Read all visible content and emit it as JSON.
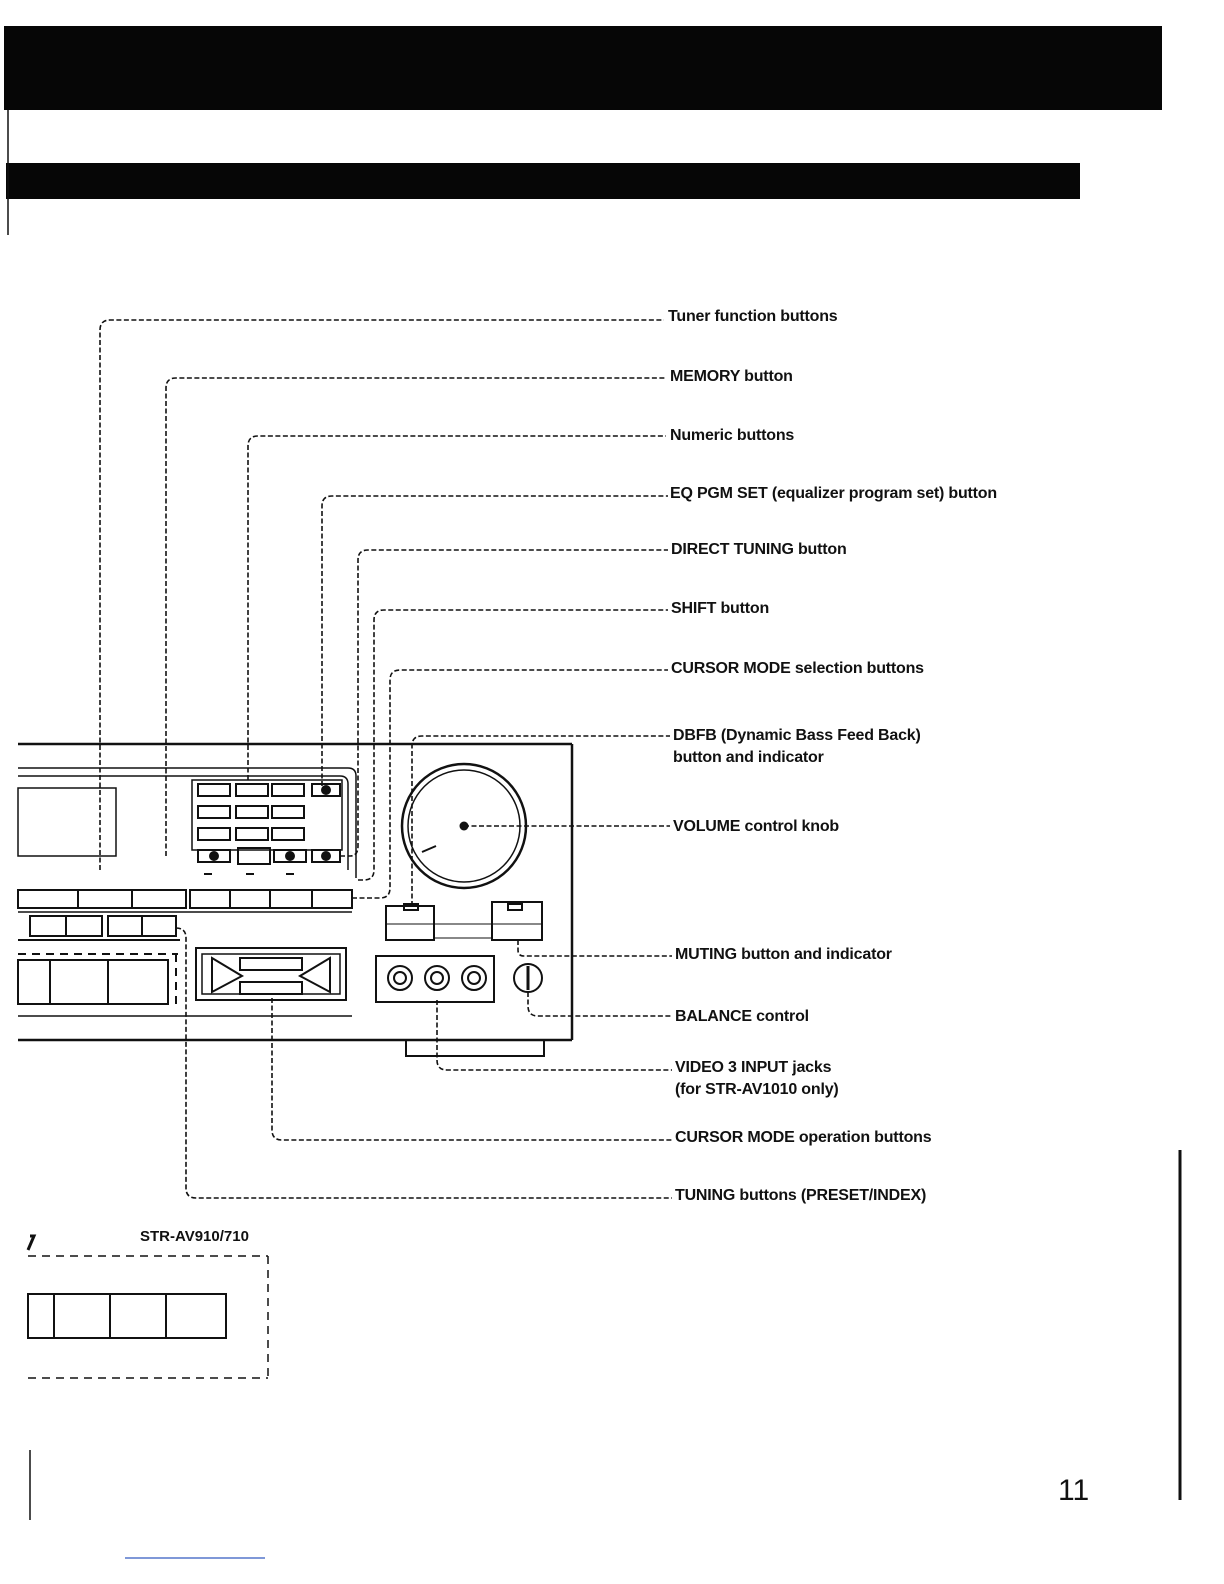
{
  "callouts": [
    {
      "id": "tuner-function-buttons",
      "lines": [
        "Tuner function buttons"
      ]
    },
    {
      "id": "memory-button",
      "lines": [
        "MEMORY button"
      ]
    },
    {
      "id": "numeric-buttons",
      "lines": [
        "Numeric buttons"
      ]
    },
    {
      "id": "eq-pgm-set-button",
      "lines": [
        "EQ PGM SET (equalizer program set) button"
      ]
    },
    {
      "id": "direct-tuning-button",
      "lines": [
        "DIRECT TUNING button"
      ]
    },
    {
      "id": "shift-button",
      "lines": [
        "SHIFT button"
      ]
    },
    {
      "id": "cursor-mode-selection-buttons",
      "lines": [
        "CURSOR MODE selection buttons"
      ]
    },
    {
      "id": "dbfb-button",
      "lines": [
        "DBFB (Dynamic Bass Feed Back)",
        "button and indicator"
      ]
    },
    {
      "id": "volume-control-knob",
      "lines": [
        "VOLUME control knob"
      ]
    },
    {
      "id": "muting-button",
      "lines": [
        "MUTING button and indicator"
      ]
    },
    {
      "id": "balance-control",
      "lines": [
        "BALANCE control"
      ]
    },
    {
      "id": "video3-input-jacks",
      "lines": [
        "VIDEO 3 INPUT jacks",
        "(for STR-AV1010 only)"
      ]
    },
    {
      "id": "cursor-mode-operation-buttons",
      "lines": [
        "CURSOR MODE operation buttons"
      ]
    },
    {
      "id": "tuning-buttons",
      "lines": [
        "TUNING buttons (PRESET/INDEX)"
      ]
    }
  ],
  "inset_model": "STR-AV910/710",
  "page_number": "11"
}
